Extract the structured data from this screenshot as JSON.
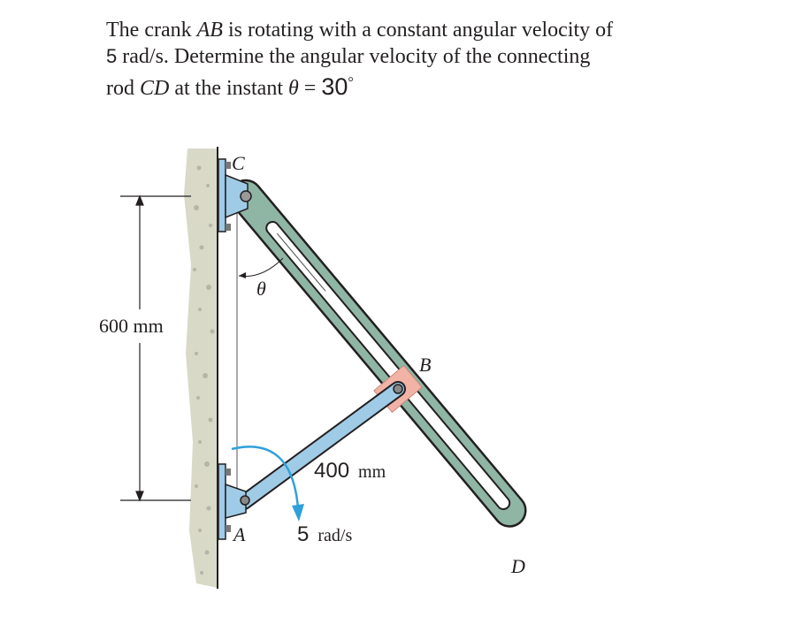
{
  "problem": {
    "line1_pre": "The crank ",
    "line1_var": "AB",
    "line1_post": " is rotating with a constant angular velocity of",
    "line2_num": "5",
    "line2_text": " rad/s. Determine the angular velocity of the connecting",
    "line3_pre": "rod ",
    "line3_var": "CD",
    "line3_mid": " at the instant ",
    "line3_theta": "θ",
    "line3_eq": " = ",
    "line3_angle": "30",
    "line3_degree": "°"
  },
  "figure": {
    "labels": {
      "C": "C",
      "B": "B",
      "A": "A",
      "D": "D",
      "theta": "θ"
    },
    "dimension_height": "600 mm",
    "crank_length_value": "400",
    "crank_length_unit": "mm",
    "angular_velocity_value": "5",
    "angular_velocity_unit": "rad/s",
    "colors": {
      "wall": "#d9d9c8",
      "rod_cd": "#8fb5a5",
      "crank_ab": "#9fcbe6",
      "bracket": "#9fcbe6",
      "collar": "#f2b3a6",
      "arrow": "#2fa0dc",
      "outline": "#231f20"
    }
  }
}
